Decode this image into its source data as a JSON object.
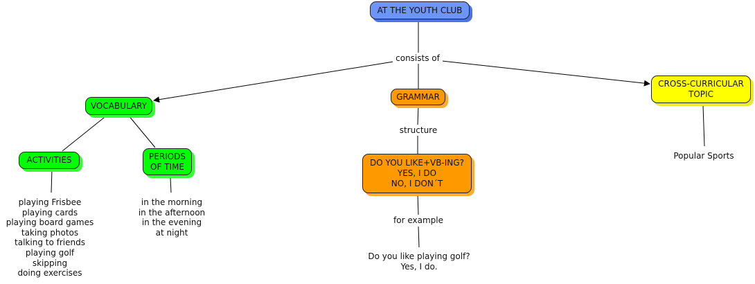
{
  "colors": {
    "root": "#6d95f5",
    "vocabulary": "#00ff00",
    "grammar": "#ff9900",
    "cross": "#ffff00",
    "line": "#000000"
  },
  "nodes": {
    "root": "AT THE YOUTH CLUB",
    "vocabulary": "VOCABULARY",
    "grammar": "GRAMMAR",
    "cross": "CROSS-CURRICULAR\nTOPIC",
    "activities": "ACTIVITIES",
    "periods": "PERIODS\nOF TIME",
    "structure_box": "DO YOU LIKE+VB-ING?\nYES, I DO\nNO, I DON´T"
  },
  "linking_phrases": {
    "consists_of": "consists of",
    "structure": "structure",
    "for_example": "for example"
  },
  "activities_list": [
    "playing Frisbee",
    "playing cards",
    "playing board games",
    "taking photos",
    "talking to friends",
    "playing golf",
    "skipping",
    "doing exercises"
  ],
  "periods_list": [
    "in the morning",
    "in the afternoon",
    "in the evening",
    "at night"
  ],
  "example_list": [
    "Do you like playing golf?",
    "Yes, I do."
  ],
  "cross_topic_item": "Popular Sports"
}
